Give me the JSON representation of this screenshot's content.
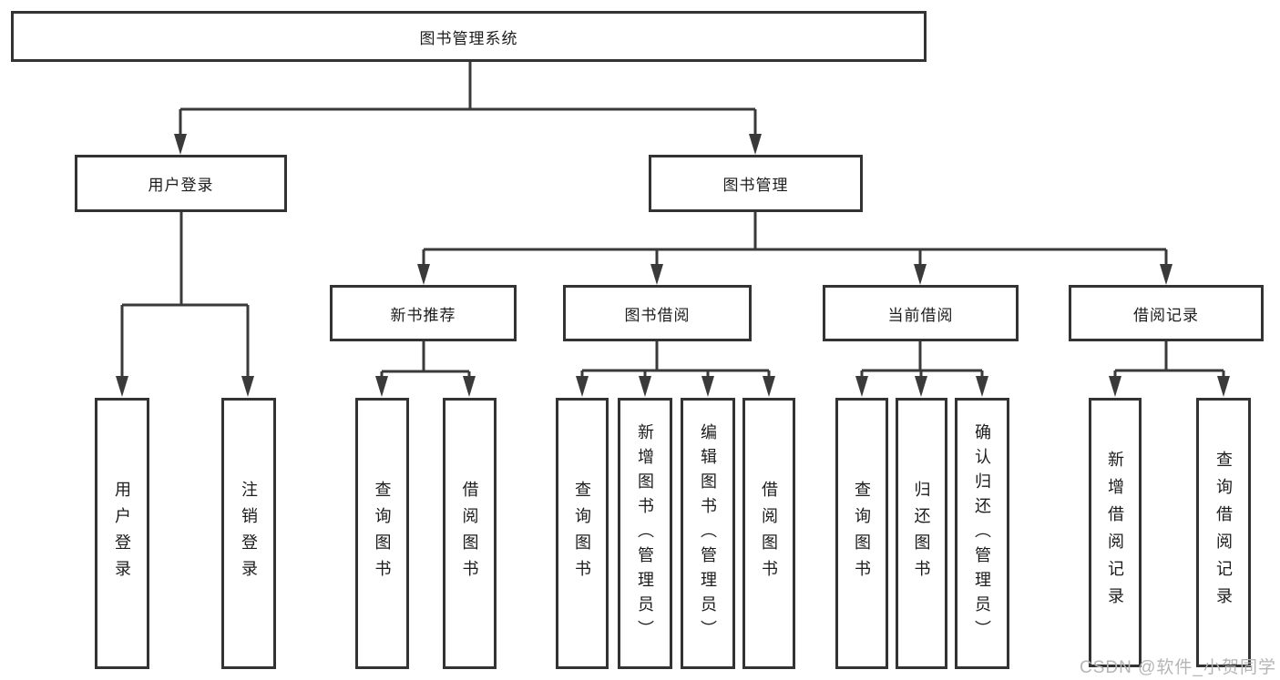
{
  "diagram_title": "图书管理系统",
  "watermark": "CSDN @软件_小贺同学",
  "colors": {
    "line": "#3a3a3a",
    "box_border": "#333333",
    "text": "#1c1c1c",
    "watermark": "#b7b4b8",
    "background": "#ffffff"
  },
  "tree": {
    "label": "图书管理系统",
    "children": [
      {
        "label": "用户登录",
        "children": [
          {
            "label": "用户登录"
          },
          {
            "label": "注销登录"
          }
        ]
      },
      {
        "label": "图书管理",
        "children": [
          {
            "label": "新书推荐",
            "children": [
              {
                "label": "查询图书"
              },
              {
                "label": "借阅图书"
              }
            ]
          },
          {
            "label": "图书借阅",
            "children": [
              {
                "label": "查询图书"
              },
              {
                "label": "新增图书（管理员）"
              },
              {
                "label": "编辑图书（管理员）"
              },
              {
                "label": "借阅图书"
              }
            ]
          },
          {
            "label": "当前借阅",
            "children": [
              {
                "label": "查询图书"
              },
              {
                "label": "归还图书"
              },
              {
                "label": "确认归还（管理员）"
              }
            ]
          },
          {
            "label": "借阅记录",
            "children": [
              {
                "label": "新增借阅记录"
              },
              {
                "label": "查询借阅记录"
              }
            ]
          }
        ]
      }
    ]
  }
}
